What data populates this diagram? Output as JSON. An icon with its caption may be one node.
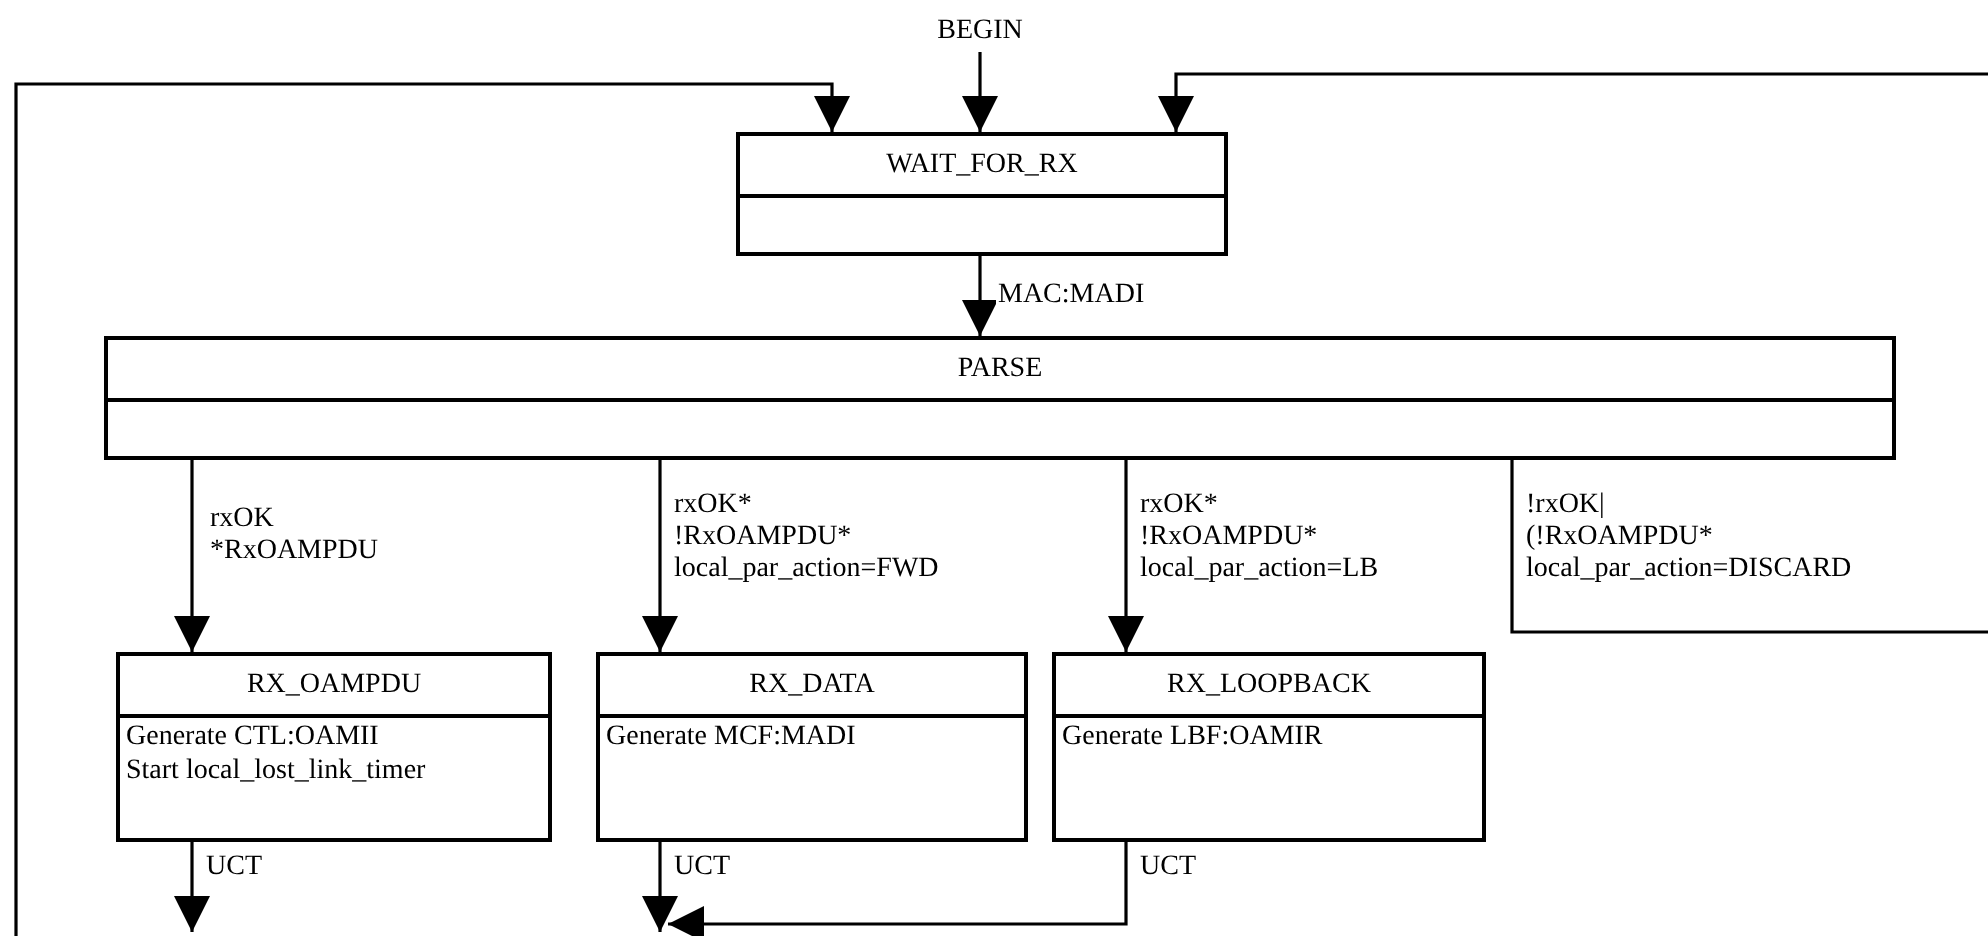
{
  "diagram": {
    "nodes": [
      {
        "text": [
          "BEGIN"
        ]
      },
      {
        "text": [
          "WAIT_FOR_RX"
        ]
      },
      {
        "text": [
          "PARSE"
        ]
      },
      {
        "text": [
          "RX_OAMPDU",
          "Generate CTL:OAMII",
          "Start local_lost_link_timer"
        ]
      },
      {
        "text": [
          "RX_DATA",
          "Generate MCF:MADI"
        ]
      },
      {
        "text": [
          "RX_LOOPBACK",
          "Generate LBF:OAMIR"
        ]
      }
    ],
    "edges": [
      {
        "from": 0,
        "to": 1,
        "arrow": "to"
      },
      {
        "from": 1,
        "to": 2,
        "arrow": "to",
        "label": "MAC:MADI"
      },
      {
        "from": 2,
        "to": 3,
        "arrow": "to",
        "label": "rxOK *RxOAMPDU"
      },
      {
        "from": 2,
        "to": 4,
        "arrow": "to",
        "label": "rxOK* !RxOAMPDU* local_par_action=FWD"
      },
      {
        "from": 2,
        "to": 5,
        "arrow": "to",
        "label": "rxOK* !RxOAMPDU* local_par_action=LB"
      },
      {
        "from": 2,
        "to": null,
        "arrow": "none",
        "label": "!rxOK| (!RxOAMPDU* local_par_action=DISCARD"
      },
      {
        "from": null,
        "to": 1,
        "arrow": "to"
      },
      {
        "from": null,
        "to": 1,
        "arrow": "to"
      },
      {
        "from": 3,
        "to": null,
        "arrow": "to",
        "label": "UCT"
      },
      {
        "from": 4,
        "to": null,
        "arrow": "to",
        "label": "UCT"
      },
      {
        "from": 5,
        "to": null,
        "arrow": "to",
        "label": "UCT"
      }
    ]
  }
}
